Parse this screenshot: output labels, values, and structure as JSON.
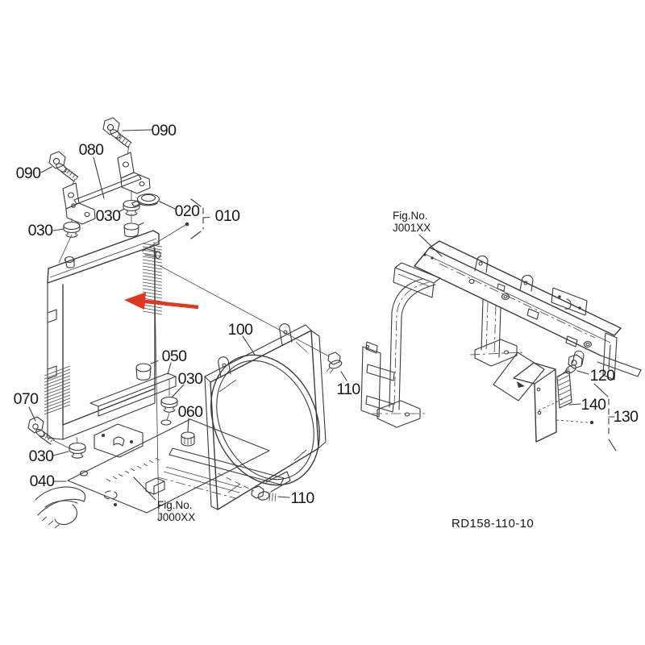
{
  "figure": {
    "type": "exploded-parts-diagram",
    "subject": "radiator and fan shroud assembly",
    "drawing_code": "RD158-110-10"
  },
  "colors": {
    "background": "#ffffff",
    "line": "#3a3a3a",
    "label": "#181818",
    "arrow": "#e2371f"
  },
  "callouts": {
    "c090a": "090",
    "c080": "080",
    "c090b": "090",
    "c030a": "030",
    "c030b": "030",
    "c020": "020",
    "c010": "010",
    "c100": "100",
    "c050": "050",
    "c030c": "030",
    "c060": "060",
    "c070": "070",
    "c030d": "030",
    "c040": "040",
    "c110a": "110",
    "c110b": "110",
    "c120": "120",
    "c140": "140",
    "c130": "130"
  },
  "fig_refs": {
    "frame": {
      "line1": "Fig.No.",
      "line2": "J001XX"
    },
    "base": {
      "line1": "Fig.No.",
      "line2": "J000XX"
    }
  }
}
